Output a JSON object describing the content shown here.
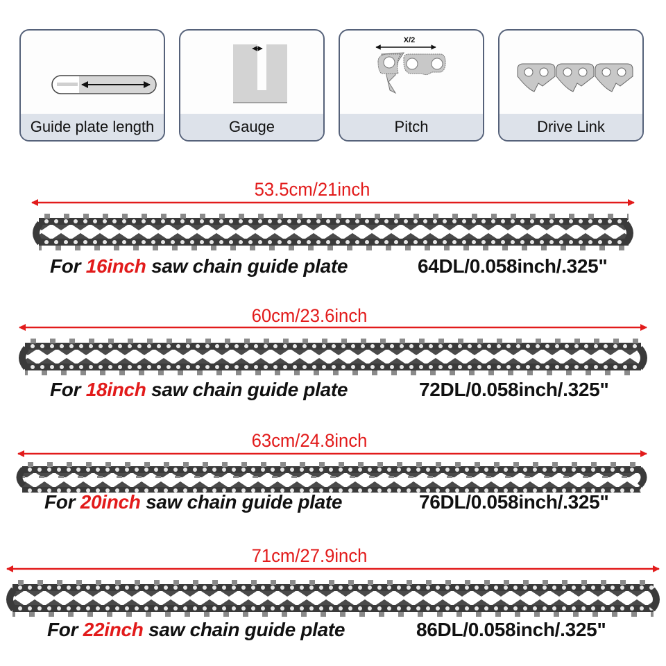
{
  "spec_cards": [
    {
      "label": "Guide plate length",
      "icon": "guide-plate-length-icon"
    },
    {
      "label": "Gauge",
      "icon": "gauge-icon"
    },
    {
      "label": "Pitch",
      "icon": "pitch-icon",
      "annotation": "X/2"
    },
    {
      "label": "Drive Link",
      "icon": "drive-link-icon"
    }
  ],
  "chains": [
    {
      "length": "53.5cm/21inch",
      "caption_prefix": "For ",
      "caption_size": "16inch",
      "caption_suffix": " saw chain guide plate",
      "spec": "64DL/0.058inch/.325\""
    },
    {
      "length": "60cm/23.6inch",
      "caption_prefix": "For ",
      "caption_size": "18inch",
      "caption_suffix": " saw chain guide plate",
      "spec": "72DL/0.058inch/.325\""
    },
    {
      "length": "63cm/24.8inch",
      "caption_prefix": "For ",
      "caption_size": "20inch",
      "caption_suffix": " saw chain guide plate",
      "spec": "76DL/0.058inch/.325\""
    },
    {
      "length": "71cm/27.9inch",
      "caption_prefix": "For ",
      "caption_size": "22inch",
      "caption_suffix": " saw chain guide plate",
      "spec": "86DL/0.058inch/.325\""
    }
  ],
  "colors": {
    "accent_red": "#e21b1b",
    "card_border": "#56627a",
    "card_label_bg": "#dde2ea",
    "chain_dark": "#3a3a3a",
    "chain_silver": "#c9c9c9"
  }
}
